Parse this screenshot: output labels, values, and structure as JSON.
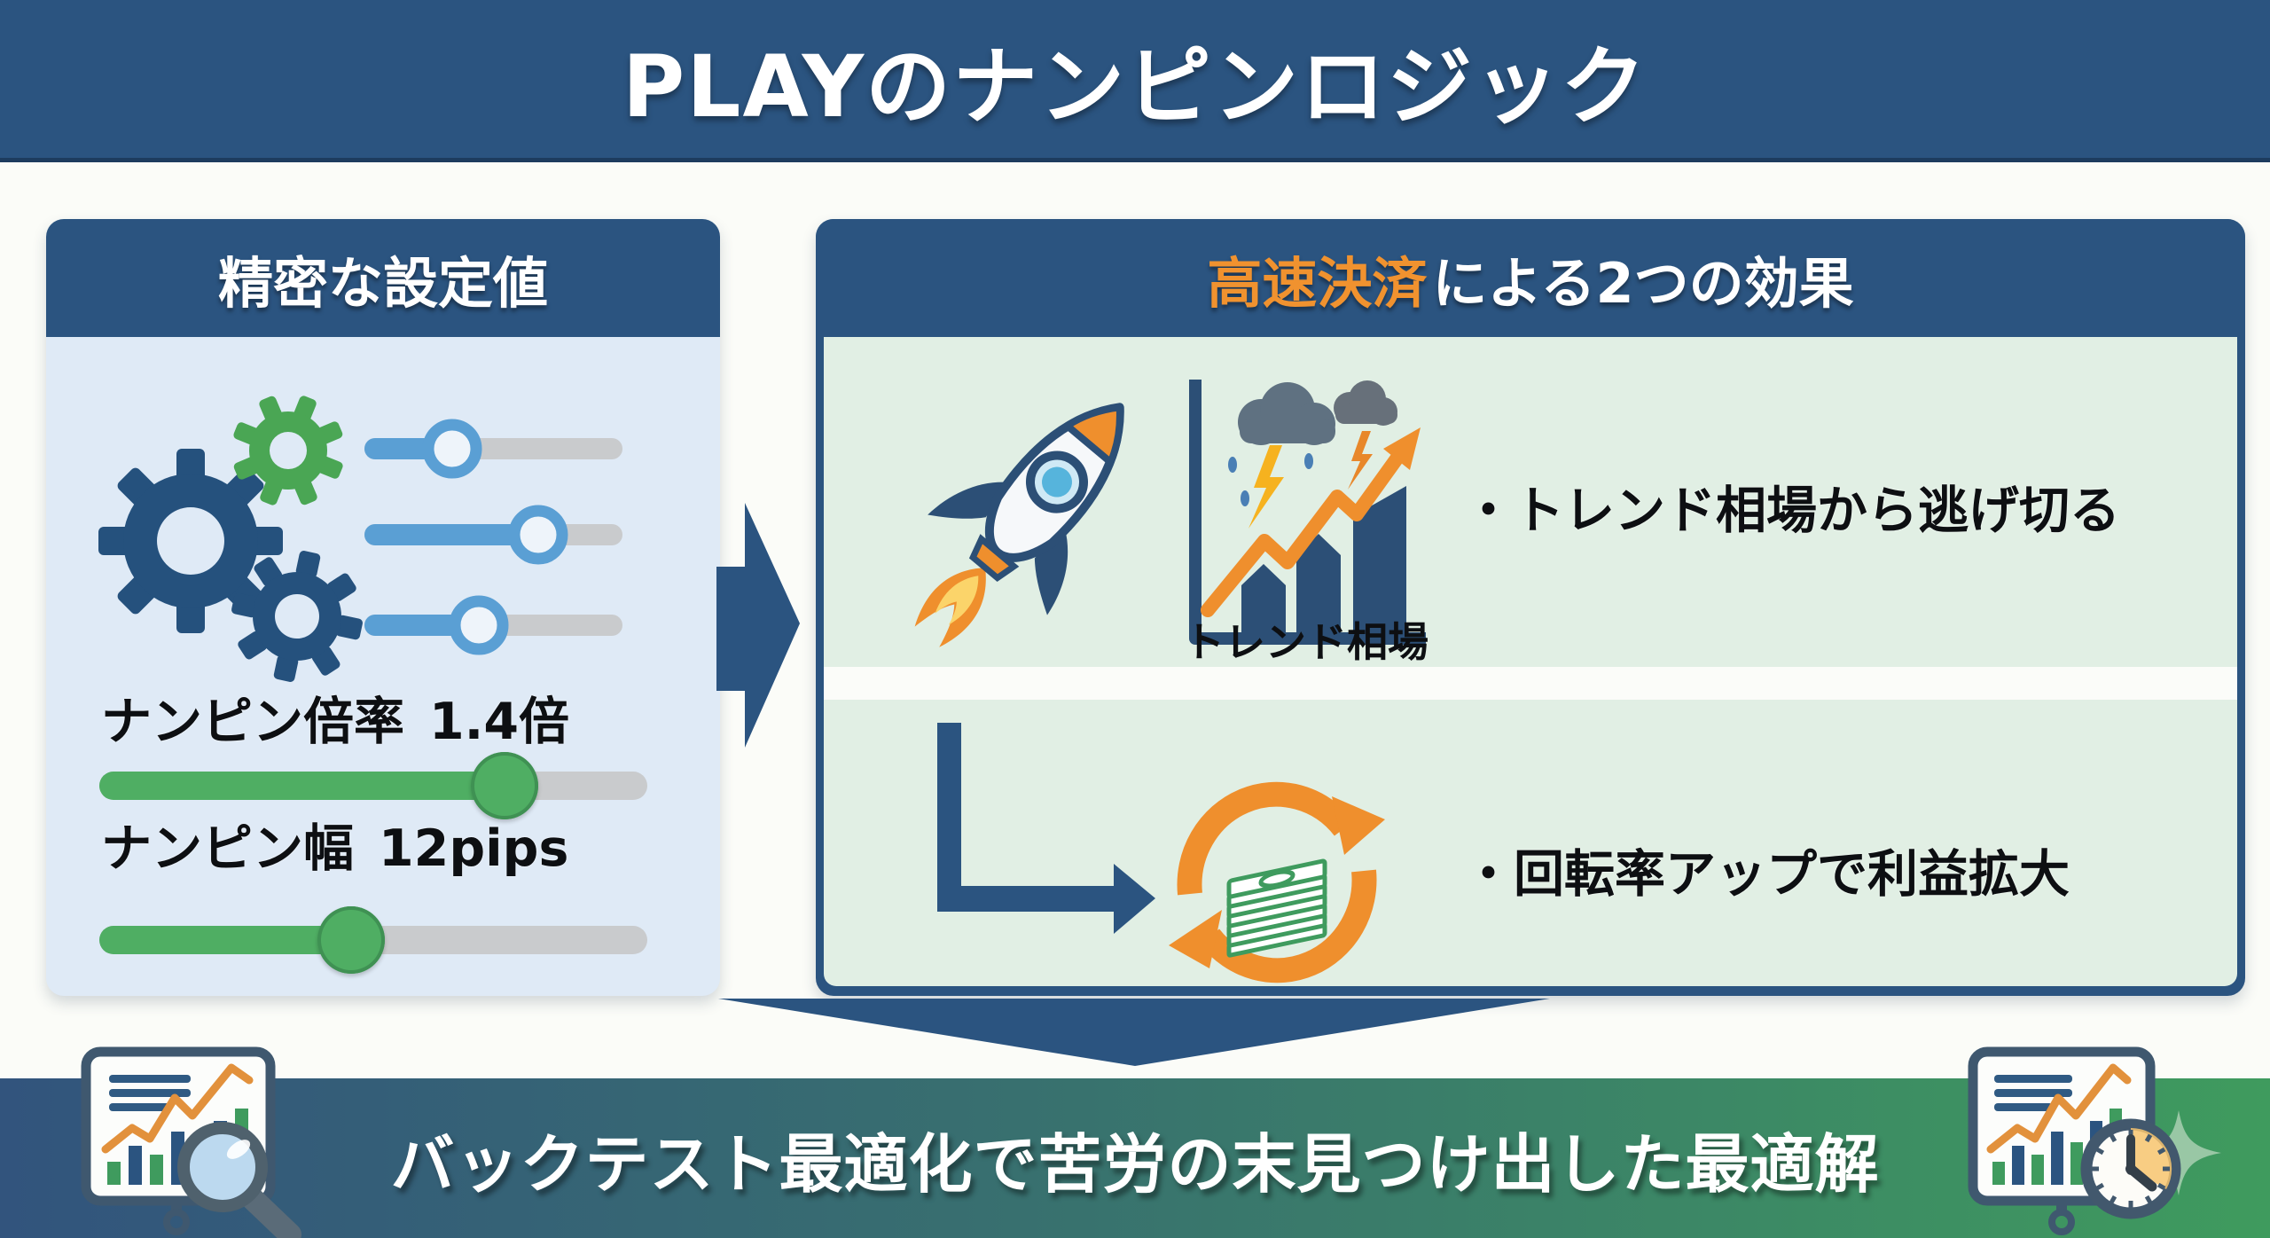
{
  "page": {
    "title": "PLAYのナンピンロジック"
  },
  "left_panel": {
    "title": "精密な設定値",
    "settings": [
      {
        "label": "ナンピン倍率",
        "value": "1.4倍",
        "percent": 74
      },
      {
        "label": "ナンピン幅",
        "value": "12pips",
        "percent": 46
      }
    ]
  },
  "right_panel": {
    "title_highlight": "高速決済",
    "title_rest": "による2つの効果",
    "effects": [
      {
        "icon": "rocket-and-storm-trend-chart",
        "icon_caption": "トレンド相場",
        "text": "・トレンド相場から逃げ切る"
      },
      {
        "icon": "money-cycle",
        "text": "・回転率アップで利益拡大"
      }
    ]
  },
  "footer": {
    "text": "バックテスト最適化で苦労の末見つけ出した最適解"
  },
  "colors": {
    "navy": "#2b5480",
    "accent_orange": "#f0922f",
    "panel_blue_bg": "#dfeaf6",
    "panel_green_bg": "#e1efe4",
    "slider_green": "#4fae63",
    "slider_track_gray": "#c9cbcd",
    "mini_slider_blue": "#5a9fd4",
    "footer_gradient_left": "#32547d",
    "footer_gradient_right": "#3f9b5e"
  },
  "icons": {
    "left_panel": [
      "gears-icon",
      "mini-sliders-icon"
    ],
    "right_panel": [
      "rocket-icon",
      "storm-trend-chart-icon",
      "elbow-arrow-icon",
      "money-cycle-icon"
    ],
    "connectors": [
      "right-arrow-icon",
      "down-arrow-icon"
    ],
    "footer": [
      "chart-board-magnifier-icon",
      "chart-board-clock-icon",
      "sparkle-icon"
    ]
  }
}
